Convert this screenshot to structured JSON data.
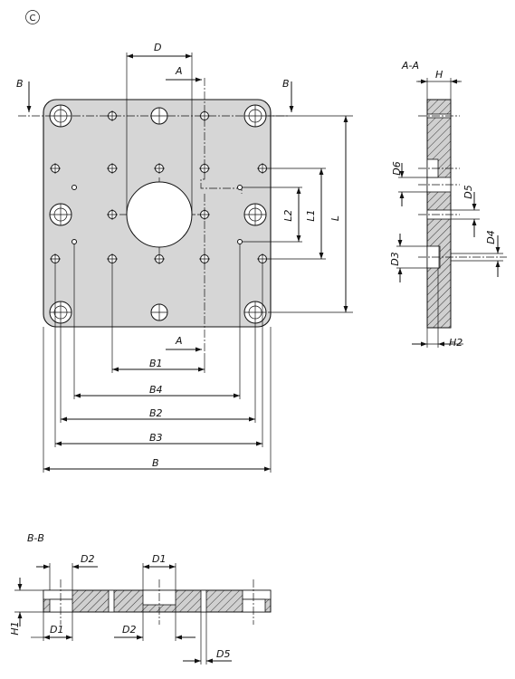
{
  "figure_marker": "C",
  "views": {
    "section_aa_label": "A-A",
    "section_bb_label": "B-B"
  },
  "cut_marks": {
    "section_a": "A",
    "section_b": "B"
  },
  "dimensions": {
    "d": "D",
    "l": "L",
    "l1": "L1",
    "l2": "L2",
    "b": "B",
    "b1": "B1",
    "b2": "B2",
    "b3": "B3",
    "b4": "B4",
    "h": "H",
    "h1": "H1",
    "h2": "H2",
    "d1": "D1",
    "d2": "D2",
    "d3": "D3",
    "d4": "D4",
    "d5": "D5",
    "d6": "D6"
  }
}
